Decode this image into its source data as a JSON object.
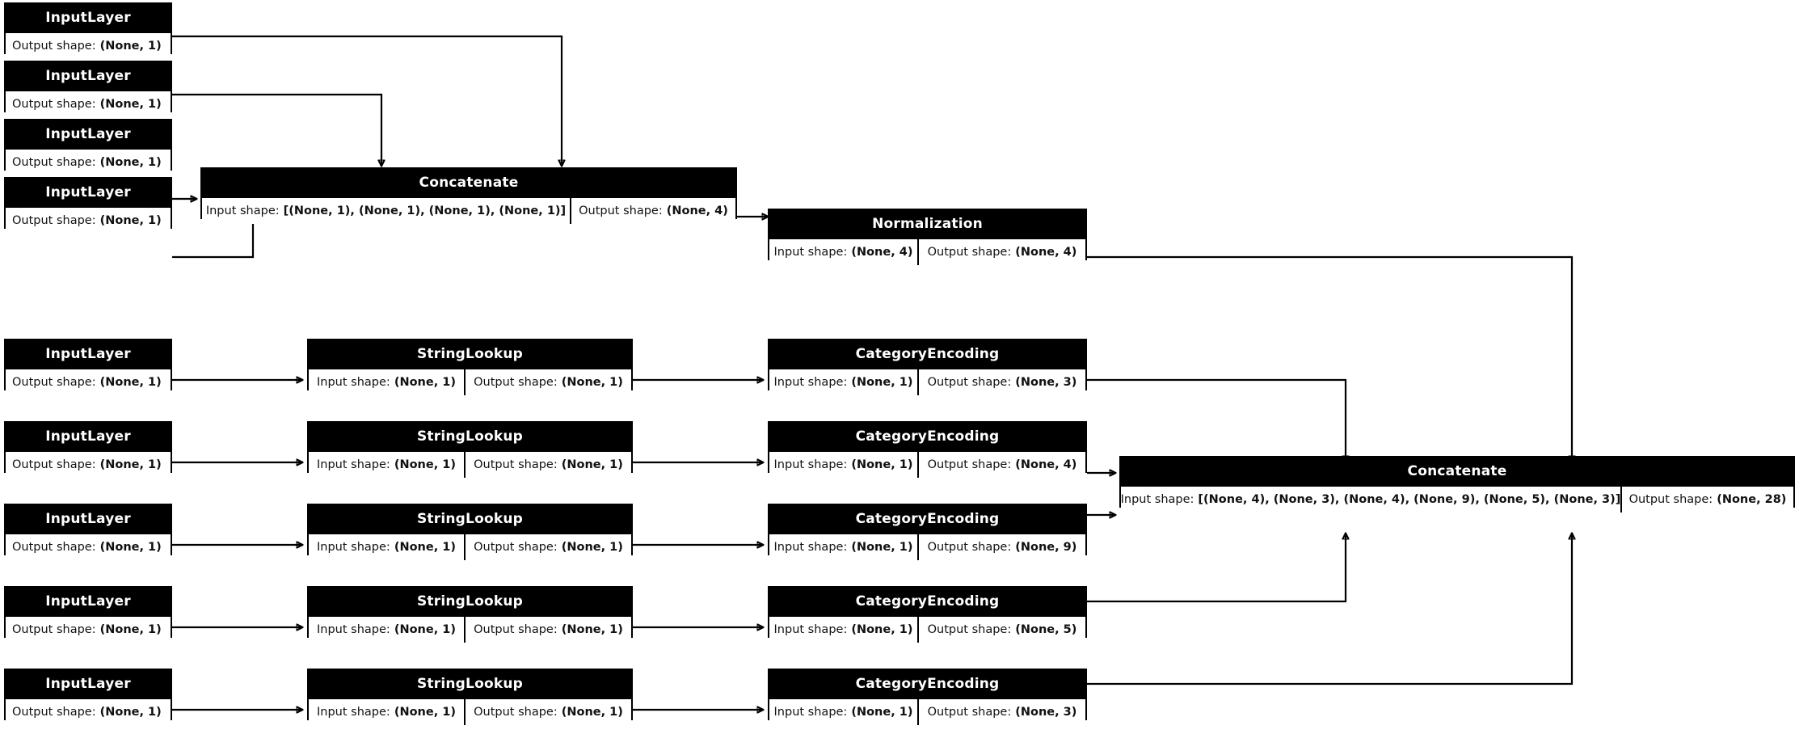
{
  "diagram": {
    "title": "Keras functional model plot",
    "background": "#ffffff",
    "node_fill": "#ffffff",
    "header_fill": "#000000",
    "header_text_color": "#ffffff",
    "edge_color": "#000000"
  },
  "labels": {
    "input_shape": "Input shape:",
    "output_shape": "Output shape:",
    "input_layer": "InputLayer",
    "concatenate": "Concatenate",
    "normalization": "Normalization",
    "string_lookup": "StringLookup",
    "category_encoding": "CategoryEncoding"
  },
  "nodes": [
    {
      "id": "in1",
      "type": "InputLayer",
      "output": "(None, 1)"
    },
    {
      "id": "in2",
      "type": "InputLayer",
      "output": "(None, 1)"
    },
    {
      "id": "in3",
      "type": "InputLayer",
      "output": "(None, 1)"
    },
    {
      "id": "in4",
      "type": "InputLayer",
      "output": "(None, 1)"
    },
    {
      "id": "concat1",
      "type": "Concatenate",
      "input": "[(None, 1), (None, 1), (None, 1), (None, 1)]",
      "output": "(None, 4)"
    },
    {
      "id": "norm",
      "type": "Normalization",
      "input": "(None, 4)",
      "output": "(None, 4)"
    },
    {
      "id": "in5",
      "type": "InputLayer",
      "output": "(None, 1)"
    },
    {
      "id": "sl1",
      "type": "StringLookup",
      "input": "(None, 1)",
      "output": "(None, 1)"
    },
    {
      "id": "ce1",
      "type": "CategoryEncoding",
      "input": "(None, 1)",
      "output": "(None, 3)"
    },
    {
      "id": "in6",
      "type": "InputLayer",
      "output": "(None, 1)"
    },
    {
      "id": "sl2",
      "type": "StringLookup",
      "input": "(None, 1)",
      "output": "(None, 1)"
    },
    {
      "id": "ce2",
      "type": "CategoryEncoding",
      "input": "(None, 1)",
      "output": "(None, 4)"
    },
    {
      "id": "in7",
      "type": "InputLayer",
      "output": "(None, 1)"
    },
    {
      "id": "sl3",
      "type": "StringLookup",
      "input": "(None, 1)",
      "output": "(None, 1)"
    },
    {
      "id": "ce3",
      "type": "CategoryEncoding",
      "input": "(None, 1)",
      "output": "(None, 9)"
    },
    {
      "id": "in8",
      "type": "InputLayer",
      "output": "(None, 1)"
    },
    {
      "id": "sl4",
      "type": "StringLookup",
      "input": "(None, 1)",
      "output": "(None, 1)"
    },
    {
      "id": "ce4",
      "type": "CategoryEncoding",
      "input": "(None, 1)",
      "output": "(None, 5)"
    },
    {
      "id": "in9",
      "type": "InputLayer",
      "output": "(None, 1)"
    },
    {
      "id": "sl5",
      "type": "StringLookup",
      "input": "(None, 1)",
      "output": "(None, 1)"
    },
    {
      "id": "ce5",
      "type": "CategoryEncoding",
      "input": "(None, 1)",
      "output": "(None, 3)"
    },
    {
      "id": "concat2",
      "type": "Concatenate",
      "input": "[(None, 4), (None, 3), (None, 4), (None, 9), (None, 5), (None, 3)]",
      "output": "(None, 28)"
    }
  ],
  "edges": [
    {
      "from": "in1",
      "to": "concat1"
    },
    {
      "from": "in2",
      "to": "concat1"
    },
    {
      "from": "in3",
      "to": "concat1"
    },
    {
      "from": "in4",
      "to": "concat1"
    },
    {
      "from": "concat1",
      "to": "norm"
    },
    {
      "from": "norm",
      "to": "concat2"
    },
    {
      "from": "in5",
      "to": "sl1"
    },
    {
      "from": "sl1",
      "to": "ce1"
    },
    {
      "from": "ce1",
      "to": "concat2"
    },
    {
      "from": "in6",
      "to": "sl2"
    },
    {
      "from": "sl2",
      "to": "ce2"
    },
    {
      "from": "ce2",
      "to": "concat2"
    },
    {
      "from": "in7",
      "to": "sl3"
    },
    {
      "from": "sl3",
      "to": "ce3"
    },
    {
      "from": "ce3",
      "to": "concat2"
    },
    {
      "from": "in8",
      "to": "sl4"
    },
    {
      "from": "sl4",
      "to": "ce4"
    },
    {
      "from": "ce4",
      "to": "concat2"
    },
    {
      "from": "in9",
      "to": "sl5"
    },
    {
      "from": "sl5",
      "to": "ce5"
    },
    {
      "from": "ce5",
      "to": "concat2"
    }
  ],
  "text": {
    "in1_title": "InputLayer",
    "in1_out": "(None, 1)",
    "in2_title": "InputLayer",
    "in2_out": "(None, 1)",
    "in3_title": "InputLayer",
    "in3_out": "(None, 1)",
    "in4_title": "InputLayer",
    "in4_out": "(None, 1)",
    "concat1_title": "Concatenate",
    "concat1_in": "[(None, 1), (None, 1), (None, 1), (None, 1)]",
    "concat1_out": "(None, 4)",
    "norm_title": "Normalization",
    "norm_in": "(None, 4)",
    "norm_out": "(None, 4)",
    "in5_title": "InputLayer",
    "in5_out": "(None, 1)",
    "sl1_title": "StringLookup",
    "sl1_in": "(None, 1)",
    "sl1_out": "(None, 1)",
    "ce1_title": "CategoryEncoding",
    "ce1_in": "(None, 1)",
    "ce1_out": "(None, 3)",
    "in6_title": "InputLayer",
    "in6_out": "(None, 1)",
    "sl2_title": "StringLookup",
    "sl2_in": "(None, 1)",
    "sl2_out": "(None, 1)",
    "ce2_title": "CategoryEncoding",
    "ce2_in": "(None, 1)",
    "ce2_out": "(None, 4)",
    "in7_title": "InputLayer",
    "in7_out": "(None, 1)",
    "sl3_title": "StringLookup",
    "sl3_in": "(None, 1)",
    "sl3_out": "(None, 1)",
    "ce3_title": "CategoryEncoding",
    "ce3_in": "(None, 1)",
    "ce3_out": "(None, 9)",
    "in8_title": "InputLayer",
    "in8_out": "(None, 1)",
    "sl4_title": "StringLookup",
    "sl4_in": "(None, 1)",
    "sl4_out": "(None, 1)",
    "ce4_title": "CategoryEncoding",
    "ce4_in": "(None, 1)",
    "ce4_out": "(None, 5)",
    "in9_title": "InputLayer",
    "in9_out": "(None, 1)",
    "sl5_title": "StringLookup",
    "sl5_in": "(None, 1)",
    "sl5_out": "(None, 1)",
    "ce5_title": "CategoryEncoding",
    "ce5_in": "(None, 1)",
    "ce5_out": "(None, 3)",
    "concat2_title": "Concatenate",
    "concat2_in": "[(None, 4), (None, 3), (None, 4), (None, 9), (None, 5), (None, 3)]",
    "concat2_out": "(None, 28)",
    "label_input": "Input shape:",
    "label_output": "Output shape:"
  }
}
